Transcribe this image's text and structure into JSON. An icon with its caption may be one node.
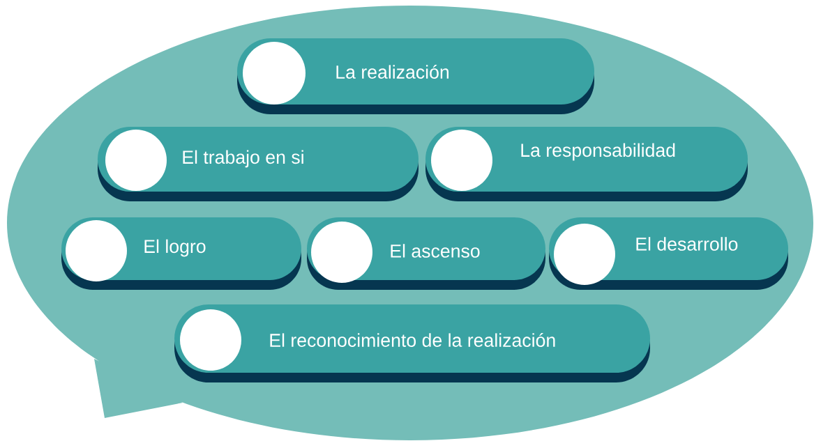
{
  "diagram": {
    "nodes": [
      {
        "text": [],
        "shape": "bubble"
      },
      {
        "text": [
          "La realización"
        ],
        "in": 0
      },
      {
        "text": [
          "El trabajo en si"
        ],
        "in": 0
      },
      {
        "text": [
          "La responsabilidad"
        ],
        "in": 0
      },
      {
        "text": [
          "El logro"
        ],
        "in": 0
      },
      {
        "text": [
          "El ascenso"
        ],
        "in": 0
      },
      {
        "text": [
          "El desarrollo"
        ],
        "in": 0
      },
      {
        "text": [
          "El reconocimiento de la realización"
        ],
        "in": 0
      }
    ]
  }
}
